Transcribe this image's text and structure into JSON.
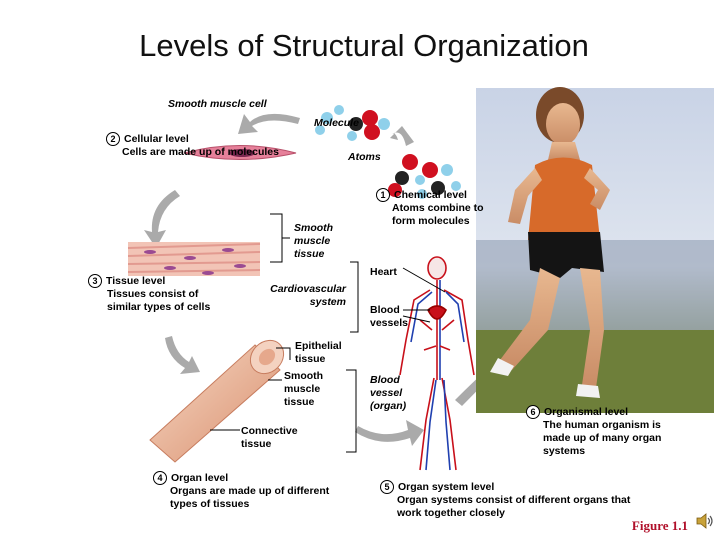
{
  "title": "Levels of Structural Organization",
  "figure_label": "Figure 1.1",
  "levels": [
    {
      "number": "1",
      "name": "Chemical level",
      "desc": "Atoms combine to form molecules"
    },
    {
      "number": "2",
      "name": "Cellular level",
      "desc": "Cells are made up of molecules"
    },
    {
      "number": "3",
      "name": "Tissue level",
      "desc": "Tissues consist of similar types of cells"
    },
    {
      "number": "4",
      "name": "Organ level",
      "desc": "Organs are made up of different types of tissues"
    },
    {
      "number": "5",
      "name": "Organ system level",
      "desc": "Organ systems consist of different organs that work together  closely"
    },
    {
      "number": "6",
      "name": "Organismal level",
      "desc": "The human organism is made up of many organ systems"
    }
  ],
  "labels": {
    "smooth_muscle_cell": "Smooth muscle cell",
    "molecule": "Molecule",
    "atoms": "Atoms",
    "smooth_muscle_tissue": "Smooth muscle tissue",
    "cardiovascular_system": "Cardiovascular system",
    "heart": "Heart",
    "blood_vessels": "Blood vessels",
    "epithelial_tissue": "Epithelial tissue",
    "smooth_muscle_tissue_organ": "Smooth muscle tissue",
    "connective_tissue": "Connective tissue",
    "blood_vessel_organ": "Blood vessel (organ)"
  },
  "colors": {
    "title": "#111111",
    "figure": "#b0102a",
    "arrow": "#9a9a9a",
    "atom_red": "#d01020",
    "atom_blue": "#8fd0ea",
    "vessel_red": "#c8101a",
    "vessel_blue": "#2040b0"
  },
  "icons": [
    "speaker-icon"
  ]
}
